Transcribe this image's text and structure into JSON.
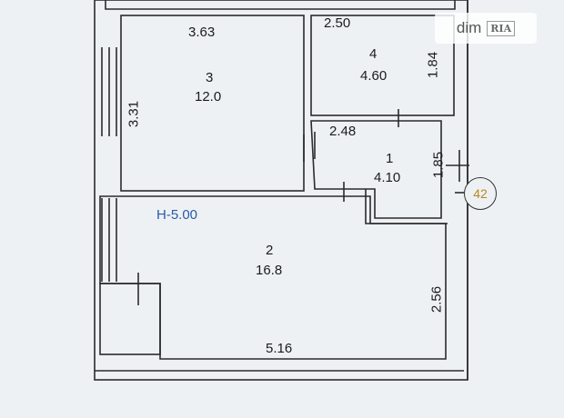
{
  "rooms": [
    {
      "id": "room-3",
      "number": "3",
      "area": "12.0"
    },
    {
      "id": "room-4",
      "number": "4",
      "area": "4.60"
    },
    {
      "id": "room-1",
      "number": "1",
      "area": "4.10"
    },
    {
      "id": "room-2",
      "number": "2",
      "area": "16.8"
    }
  ],
  "dimensions": {
    "room3_width": "3.63",
    "room3_height": "3.31",
    "room4_width": "2.50",
    "room4_height": "1.84",
    "room1_width": "2.48",
    "room1_height": "1.85",
    "room2_width": "5.16",
    "room2_height": "2.56"
  },
  "ceiling_height": "H-5.00",
  "badge": "42",
  "watermark": {
    "brand": "dim",
    "mark": "RIA"
  },
  "colors": {
    "wall": "#2b2b2b",
    "height_text": "#2a5aa8",
    "badge_text": "#b48a1e"
  }
}
